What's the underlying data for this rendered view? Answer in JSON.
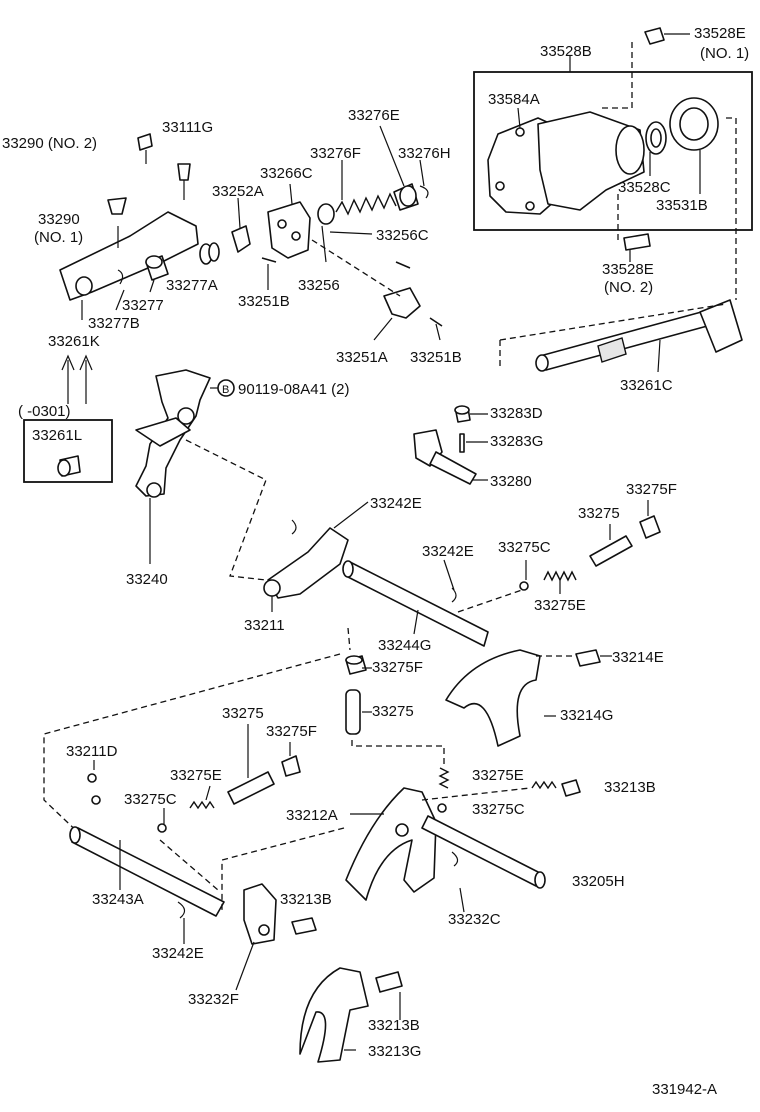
{
  "diagram": {
    "code": "331942-A",
    "callout_b": "B",
    "bolt_label": "90119-08A41 (2)",
    "inset_range": "(        -0301)",
    "labels": {
      "p33528E1": "33528E",
      "p33528E1note": "(NO. 1)",
      "p33528B": "33528B",
      "p33584A": "33584A",
      "p33528C": "33528C",
      "p33531B": "33531B",
      "p33528E2": "33528E",
      "p33528E2note": "(NO. 2)",
      "p33290n2": "33290 (NO. 2)",
      "p33111G": "33111G",
      "p33276E": "33276E",
      "p33276F": "33276F",
      "p33276H": "33276H",
      "p33266C": "33266C",
      "p33252A": "33252A",
      "p33290n1": "33290",
      "p33290n1note": "(NO. 1)",
      "p33256C": "33256C",
      "p33277A": "33277A",
      "p33277": "33277",
      "p33256": "33256",
      "p33251B1": "33251B",
      "p33277B": "33277B",
      "p33261K": "33261K",
      "p33251A": "33251A",
      "p33251B2": "33251B",
      "p33261C": "33261C",
      "p33261L": "33261L",
      "p33283D": "33283D",
      "p33283G": "33283G",
      "p33280": "33280",
      "p33275F1": "33275F",
      "p33242E1": "33242E",
      "p33275a": "33275",
      "p33242E2": "33242E",
      "p33275C1": "33275C",
      "p33240": "33240",
      "p33275E1": "33275E",
      "p33211": "33211",
      "p33244G": "33244G",
      "p33214E": "33214E",
      "p33275F2": "33275F",
      "p33275b": "33275",
      "p33214G": "33214G",
      "p33275c": "33275",
      "p33275F3": "33275F",
      "p33211D": "33211D",
      "p33275E2": "33275E",
      "p33275E3": "33275E",
      "p33213B1": "33213B",
      "p33275C2": "33275C",
      "p33212A": "33212A",
      "p33275C3": "33275C",
      "p33205H": "33205H",
      "p33213B2": "33213B",
      "p33243A": "33243A",
      "p33232C": "33232C",
      "p33242E3": "33242E",
      "p33232F": "33232F",
      "p33213B3": "33213B",
      "p33213G": "33213G"
    }
  }
}
